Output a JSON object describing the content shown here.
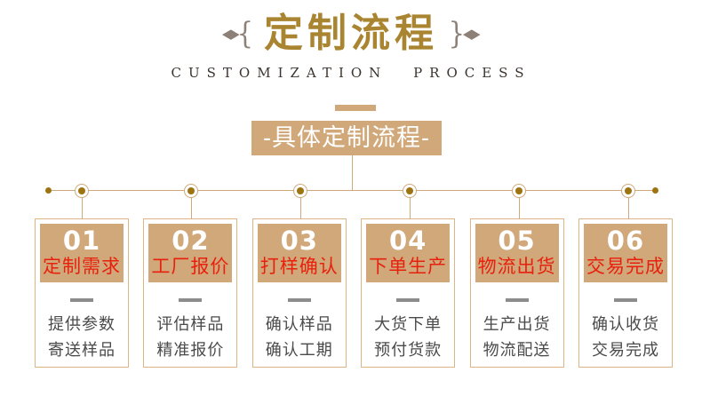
{
  "header": {
    "title": "定制流程",
    "subtitle": "CUSTOMIZATION PROCESS",
    "ornaments": {
      "diamond": "◆",
      "left_brace": "{",
      "right_brace": "}"
    }
  },
  "banner": {
    "label": "-具体定制流程-"
  },
  "colors": {
    "title_gold": "#aa8531",
    "ornament_taupe": "#8d8076",
    "banner_tan": "#d0a87a",
    "card_border_tan": "#ddb486",
    "timeline_line": "#cfa87c",
    "timeline_dot": "#9e7412",
    "step_label_red": "#e8210d",
    "body_text_gray": "#4a4a4a",
    "divider_gray": "#8c8c8c"
  },
  "steps": [
    {
      "number": "01",
      "label": "定制需求",
      "lines": [
        "提供参数",
        "寄送样品"
      ]
    },
    {
      "number": "02",
      "label": "工厂报价",
      "lines": [
        "评估样品",
        "精准报价"
      ]
    },
    {
      "number": "03",
      "label": "打样确认",
      "lines": [
        "确认样品",
        "确认工期"
      ]
    },
    {
      "number": "04",
      "label": "下单生产",
      "lines": [
        "大货下单",
        "预付货款"
      ]
    },
    {
      "number": "05",
      "label": "物流出货",
      "lines": [
        "生产出货",
        "物流配送"
      ]
    },
    {
      "number": "06",
      "label": "交易完成",
      "lines": [
        "确认收货",
        "交易完成"
      ]
    }
  ]
}
